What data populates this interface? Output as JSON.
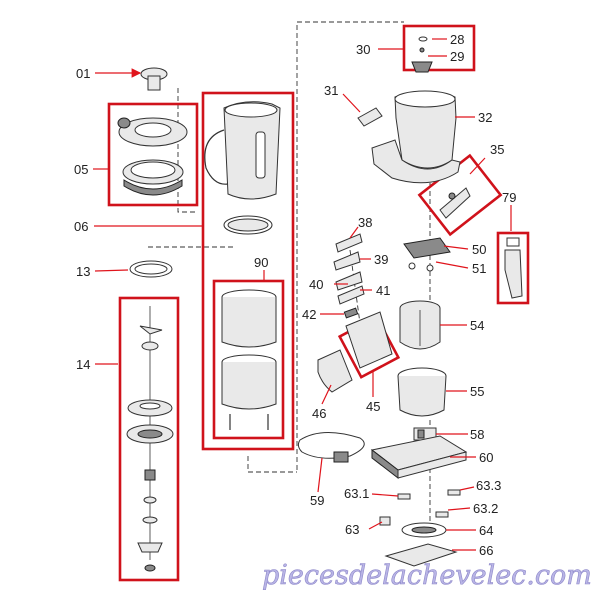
{
  "diagram": {
    "part_numbers": [
      "01",
      "05",
      "06",
      "13",
      "14",
      "90",
      "28",
      "29",
      "30",
      "31",
      "32",
      "35",
      "79",
      "38",
      "39",
      "40",
      "41",
      "42",
      "50",
      "51",
      "54",
      "45",
      "46",
      "55",
      "58",
      "60",
      "59",
      "63.1",
      "63.3",
      "63.2",
      "63",
      "64",
      "66"
    ],
    "watermark": "piecesdelachevelec.com",
    "colors": {
      "highlight_box": "#d0121b",
      "leader_line": "#e0141c",
      "watermark": "#b9b5e6"
    }
  }
}
